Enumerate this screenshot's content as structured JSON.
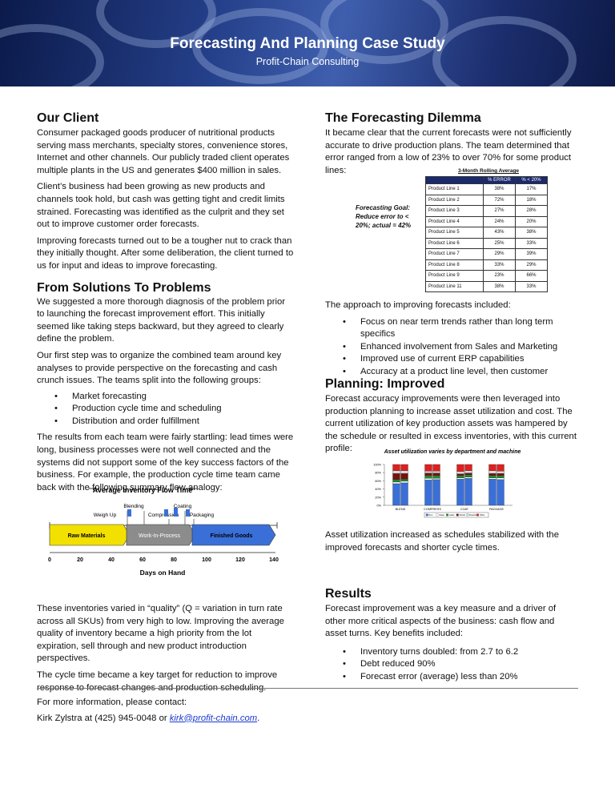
{
  "header": {
    "title": "Forecasting And Planning Case Study",
    "subtitle": "Profit-Chain Consulting"
  },
  "client": {
    "heading": "Our Client",
    "p1": "Consumer packaged goods producer of nutritional products serving mass merchants, specialty stores, convenience stores, Internet and other channels.  Our publicly traded client operates multiple plants in the US and generates $400 million in sales.",
    "p2": "Client’s business had been growing as new products and channels took hold, but cash was getting tight and credit limits strained.  Forecasting was identified as the culprit and they set out to improve customer order forecasts.",
    "p3": "Improving forecasts turned out to be a tougher nut to crack than they initially thought.  After some deliberation, the client turned to us for input and ideas to improve forecasting."
  },
  "solutions": {
    "heading": "From Solutions To Problems",
    "p1": "We suggested a more thorough diagnosis of the problem prior to launching the forecast improvement effort.  This initially seemed like taking steps backward, but they agreed to clearly define the problem.",
    "p2": "Our first step was to organize the combined team around key analyses to provide perspective on the forecasting and cash crunch issues. The teams split into the following groups:",
    "bullets": [
      "Market forecasting",
      "Production cycle time and scheduling",
      "Distribution and order fulfillment"
    ],
    "p3": "The results from each team were fairly startling: lead times were long, business processes were not well connected and the systems did not support some of the key success factors of the business.  For example, the production cycle time team came back with the following summary flow analogy:",
    "p4": "These inventories varied in “quality” (Q = variation in turn rate across all SKUs) from very high to low.  Improving the average quality of inventory became a high priority from the lot expiration, sell through and new product introduction perspectives.",
    "p5": "The cycle time became a key target for reduction to improve response to forecast changes and production scheduling."
  },
  "flow": {
    "title": "Average Inventory Flow Time",
    "steps": [
      "Blending",
      "Coating",
      "Weigh Up",
      "Compression",
      "Packaging"
    ],
    "stages": [
      "Raw Materials",
      "Work-In-Process",
      "Finished Goods"
    ],
    "ticks": [
      "0",
      "20",
      "40",
      "60",
      "80",
      "100",
      "120",
      "140"
    ],
    "xlabel": "Days on Hand"
  },
  "dilemma": {
    "heading": "The Forecasting Dilemma",
    "p1": "It became clear that the current forecasts were not sufficiently accurate to drive production plans.  The team determined that error ranged from a low of 23% to over 70% for some product lines:",
    "goal": "Forecasting Goal: Reduce error to < 20%; actual = 42%",
    "table_title": "3-Month Rolling Average",
    "col1": "% ERROR",
    "col2": "% < 20%",
    "rows": [
      {
        "line": "Product Line 1",
        "error": "38%",
        "under": "17%"
      },
      {
        "line": "Product Line 2",
        "error": "72%",
        "under": "18%"
      },
      {
        "line": "Product Line 3",
        "error": "27%",
        "under": "28%"
      },
      {
        "line": "Product Line 4",
        "error": "24%",
        "under": "20%"
      },
      {
        "line": "Product Line 5",
        "error": "43%",
        "under": "38%"
      },
      {
        "line": "Product Line 6",
        "error": "25%",
        "under": "33%"
      },
      {
        "line": "Product Line 7",
        "error": "29%",
        "under": "39%"
      },
      {
        "line": "Product Line 8",
        "error": "33%",
        "under": "29%"
      },
      {
        "line": "Product Line 9",
        "error": "23%",
        "under": "66%"
      },
      {
        "line": "Product Line 11",
        "error": "38%",
        "under": "33%"
      }
    ],
    "approach": "The approach to improving forecasts included:",
    "bullets": [
      "Focus on near term trends rather than long term specifics",
      "Enhanced involvement from Sales and Marketing",
      "Improved use of current ERP capabilities",
      "Accuracy at a product line level, then customer"
    ]
  },
  "planning": {
    "heading": "Planning: Improved",
    "p1": "Forecast accuracy improvements were then leveraged into production planning to increase asset utilization and cost.  The current utilization of key production assets was hampered by the schedule or resulted in excess inventories, with this current profile:",
    "p2": "Asset utilization increased as schedules stabilized with the improved forecasts and shorter cycle times."
  },
  "chart_data": {
    "type": "bar",
    "title": "Asset utilization varies by department and machine",
    "categories": [
      "BLEND",
      "COMPRESS",
      "COAT",
      "PACKAGE"
    ],
    "yticks": [
      "100%",
      "80%",
      "60%",
      "40%",
      "20%",
      "0%"
    ],
    "ylim": [
      0,
      100
    ],
    "legend": [
      "Run",
      "Clean",
      "Labor",
      "Sched",
      "Downtime",
      "Other"
    ],
    "colors": {
      "Run": "#3a6fd8",
      "Clean": "#ffffff",
      "Labor": "#1e8a2c",
      "Sched": "#7a1010",
      "Downtime": "#d8d8d8",
      "Other": "#e02020"
    },
    "series": [
      {
        "name": "Run",
        "values": [
          [
            53,
            55
          ],
          [
            62,
            63
          ],
          [
            64,
            66
          ],
          [
            64,
            63
          ]
        ]
      },
      {
        "name": "Clean",
        "values": [
          [
            4,
            4
          ],
          [
            4,
            3
          ],
          [
            3,
            3
          ],
          [
            3,
            4
          ]
        ]
      },
      {
        "name": "Labor",
        "values": [
          [
            6,
            5
          ],
          [
            7,
            7
          ],
          [
            6,
            6
          ],
          [
            6,
            6
          ]
        ]
      },
      {
        "name": "Sched",
        "values": [
          [
            15,
            14
          ],
          [
            6,
            6
          ],
          [
            4,
            4
          ],
          [
            5,
            5
          ]
        ]
      },
      {
        "name": "Downtime",
        "values": [
          [
            7,
            7
          ],
          [
            5,
            5
          ],
          [
            6,
            6
          ],
          [
            7,
            6
          ]
        ]
      },
      {
        "name": "Other",
        "values": [
          [
            15,
            15
          ],
          [
            16,
            16
          ],
          [
            17,
            15
          ],
          [
            15,
            16
          ]
        ]
      }
    ]
  },
  "results": {
    "heading": "Results",
    "p1": "Forecast improvement was a key measure and a driver of other more critical aspects of the business: cash flow and asset turns. Key benefits included:",
    "bullets": [
      "Inventory turns doubled: from 2.7 to 6.2",
      "Debt reduced 90%",
      "Forecast error (average) less than 20%"
    ]
  },
  "footer": {
    "line1": "For more information, please contact:",
    "contact_prefix": "Kirk Zylstra at (425) 945-0048 or ",
    "email": "kirk@profit-chain.com",
    "contact_suffix": "."
  }
}
